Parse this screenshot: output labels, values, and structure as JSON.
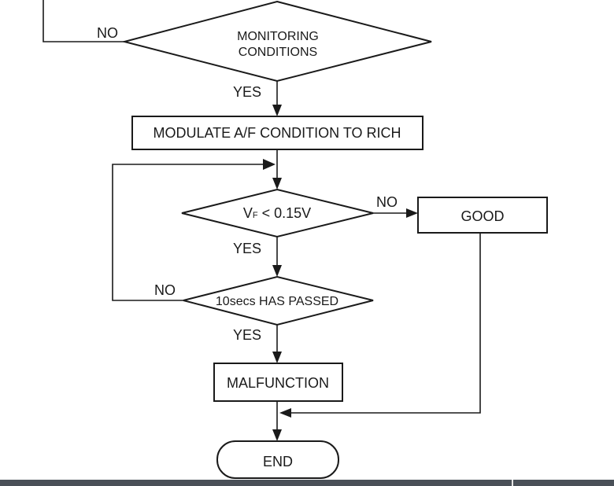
{
  "nodes": {
    "monitoring": {
      "line1": "MONITORING",
      "line2": "CONDITIONS"
    },
    "modulate": "MODULATE A/F CONDITION TO RICH",
    "vf_check": {
      "prefix": "V",
      "subscript": "F",
      "suffix": " < 0.15V"
    },
    "good": "GOOD",
    "timer": "10secs HAS PASSED",
    "malfunction": "MALFUNCTION",
    "end": "END"
  },
  "edges": {
    "monitoring_no": "NO",
    "monitoring_yes": "YES",
    "vf_no": "NO",
    "vf_yes": "YES",
    "timer_no": "NO",
    "timer_yes": "YES"
  }
}
